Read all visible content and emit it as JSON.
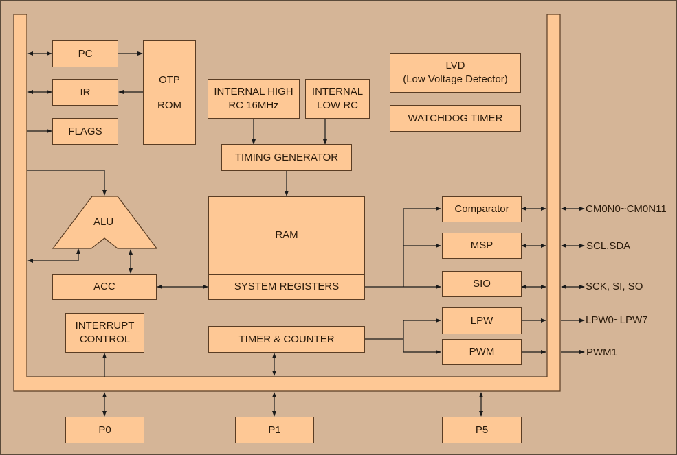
{
  "diagram": {
    "blocks": {
      "pc": "PC",
      "ir": "IR",
      "flags": "FLAGS",
      "otp_line1": "OTP",
      "otp_line2": "ROM",
      "int_high_line1": "INTERNAL HIGH",
      "int_high_line2": "RC 16MHz",
      "int_low_line1": "INTERNAL",
      "int_low_line2": "LOW RC",
      "lvd_line1": "LVD",
      "lvd_line2": "(Low Voltage Detector)",
      "watchdog": "WATCHDOG TIMER",
      "timing": "TIMING GENERATOR",
      "alu": "ALU",
      "ram": "RAM",
      "sysreg": "SYSTEM REGISTERS",
      "acc": "ACC",
      "comparator": "Comparator",
      "msp": "MSP",
      "sio": "SIO",
      "lpw": "LPW",
      "pwm": "PWM",
      "interrupt_line1": "INTERRUPT",
      "interrupt_line2": "CONTROL",
      "timer": "TIMER & COUNTER",
      "p0": "P0",
      "p1": "P1",
      "p5": "P5"
    },
    "pins": {
      "comparator": "CM0N0~CM0N11",
      "msp": "SCL,SDA",
      "sio": "SCK, SI, SO",
      "lpw": "LPW0~LPW7",
      "pwm": "PWM1"
    },
    "colors": {
      "background": "#d5b597",
      "block_fill": "#fec895",
      "outline": "#5a3d24",
      "arrow": "#1a1a1a"
    }
  }
}
